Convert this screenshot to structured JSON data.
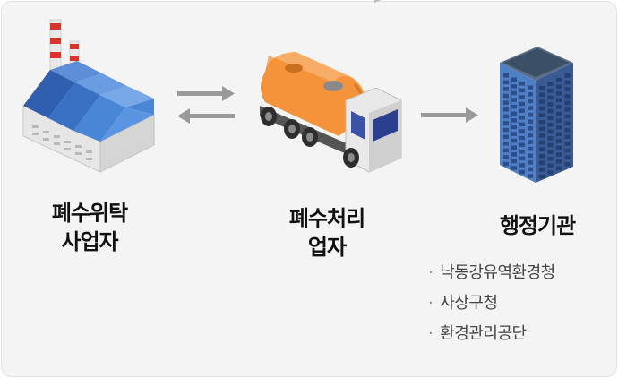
{
  "nodes": {
    "generator": {
      "line1": "폐수위탁",
      "line2": "사업자"
    },
    "processor": {
      "line1": "폐수처리",
      "line2": "업자"
    },
    "agency": {
      "title": "행정기관"
    }
  },
  "agencies": [
    {
      "bullet": "·",
      "label": "낙동강유역환경청"
    },
    {
      "bullet": "·",
      "label": "사상구청"
    },
    {
      "bullet": "·",
      "label": "환경관리공단"
    }
  ],
  "colors": {
    "arrow": "#9a9a9a",
    "factory_roof": "#4a86d6",
    "tanker": "#f5933a",
    "building": "#4f7fc4"
  },
  "icons": [
    "factory-icon",
    "tanker-truck-icon",
    "office-building-icon",
    "exchange-arrows-icon",
    "right-arrow-icon"
  ]
}
